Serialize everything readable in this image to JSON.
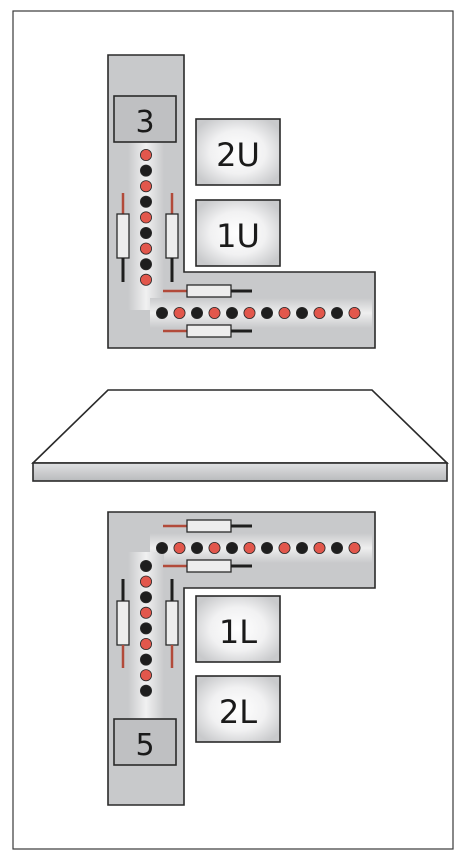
{
  "top_panel": {
    "number_box": "3",
    "label_upper": "2U",
    "label_lower": "1U"
  },
  "bottom_panel": {
    "number_box": "5",
    "label_upper": "1L",
    "label_lower": "2L"
  },
  "colors": {
    "frame": "#3a3a3a",
    "panel_fill": "#c8c9cb",
    "panel_stroke": "#2a2a2a",
    "dot_red": "#e2574c",
    "dot_black": "#1e1e1e",
    "copper": "#b24a3a",
    "shelf_fill": "#ffffff",
    "base_fill": "#c7c8ca"
  }
}
